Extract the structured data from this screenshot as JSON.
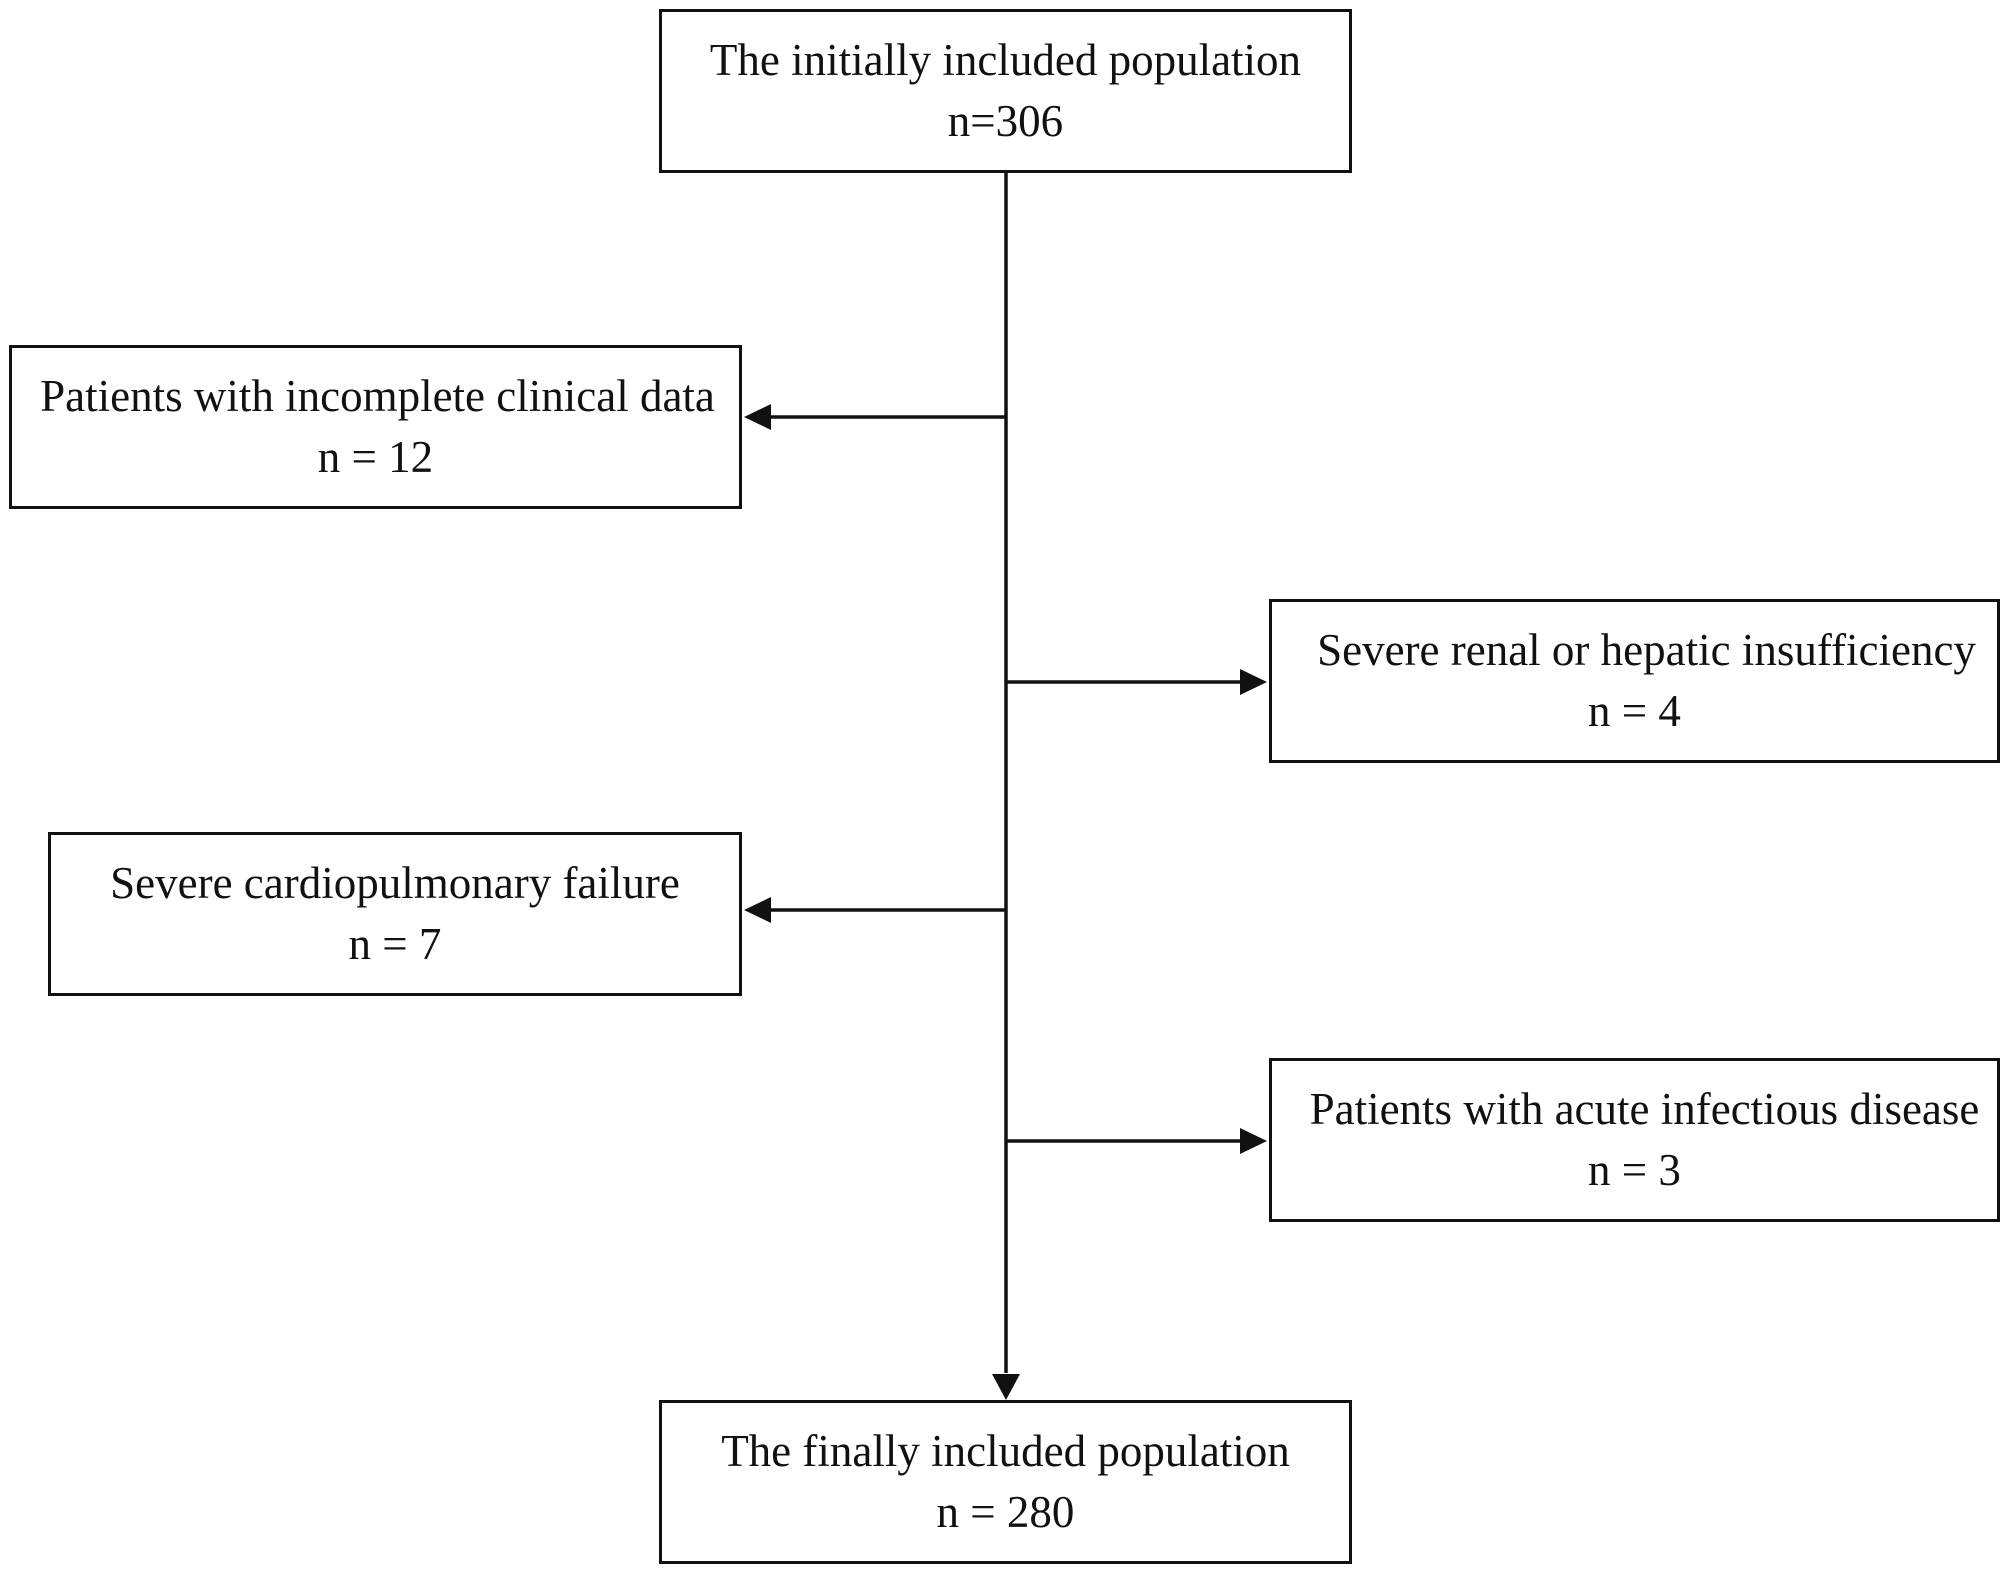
{
  "diagram": {
    "nodes": {
      "initial": {
        "label": "The initially included population",
        "count": "n=306"
      },
      "exclusion_1": {
        "label": "Patients with incomplete clinical data",
        "count": "n = 12"
      },
      "exclusion_2": {
        "label": "Severe renal or hepatic insufficiency",
        "count": "n = 4"
      },
      "exclusion_3": {
        "label": "Severe cardiopulmonary failure",
        "count": "n = 7"
      },
      "exclusion_4": {
        "label": "Patients with acute infectious disease",
        "count": "n = 3"
      },
      "final": {
        "label": "The finally included population",
        "count": "n = 280"
      }
    },
    "edges": [
      {
        "from": "initial",
        "to": "exclusion_1"
      },
      {
        "from": "initial",
        "to": "exclusion_2"
      },
      {
        "from": "initial",
        "to": "exclusion_3"
      },
      {
        "from": "initial",
        "to": "exclusion_4"
      },
      {
        "from": "initial",
        "to": "final"
      }
    ],
    "colors": {
      "stroke": "#111111",
      "background": "#ffffff"
    }
  }
}
